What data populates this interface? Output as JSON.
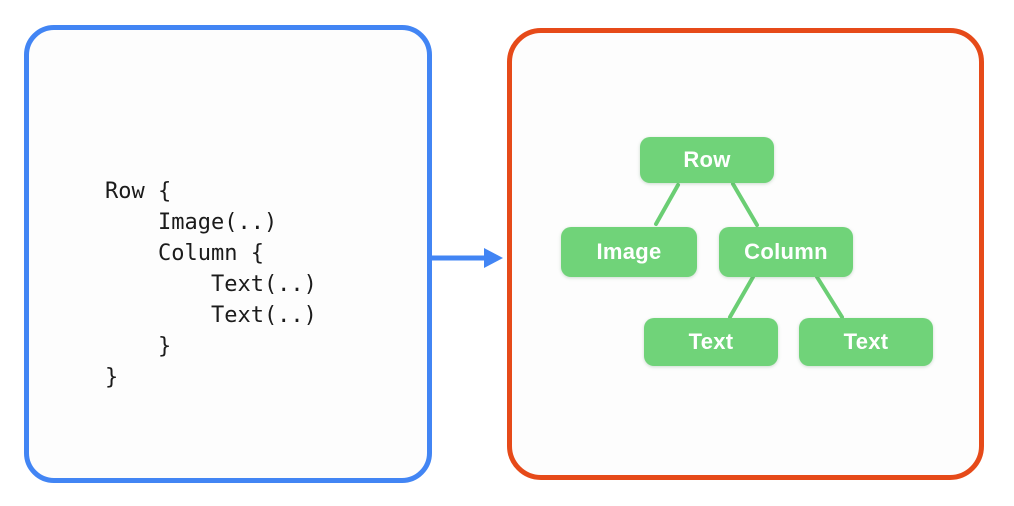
{
  "left_panel": {
    "code_lines": [
      "Row {",
      "    Image(..)",
      "    Column {",
      "        Text(..)",
      "        Text(..)",
      "    }",
      "}"
    ]
  },
  "right_panel": {
    "tree": {
      "nodes": [
        {
          "id": "row",
          "label": "Row",
          "parent": null
        },
        {
          "id": "image",
          "label": "Image",
          "parent": "row"
        },
        {
          "id": "column",
          "label": "Column",
          "parent": "row"
        },
        {
          "id": "text1",
          "label": "Text",
          "parent": "column"
        },
        {
          "id": "text2",
          "label": "Text",
          "parent": "column"
        }
      ]
    }
  },
  "colors": {
    "code_panel_border": "#4285F4",
    "arrow": "#4285F4",
    "tree_panel_border": "#E64A19",
    "node_fill": "#70D379",
    "node_text": "#FFFFFF",
    "connector_line": "#6BCE74",
    "code_text": "#1B1B1B",
    "background": "#FFFFFF"
  }
}
